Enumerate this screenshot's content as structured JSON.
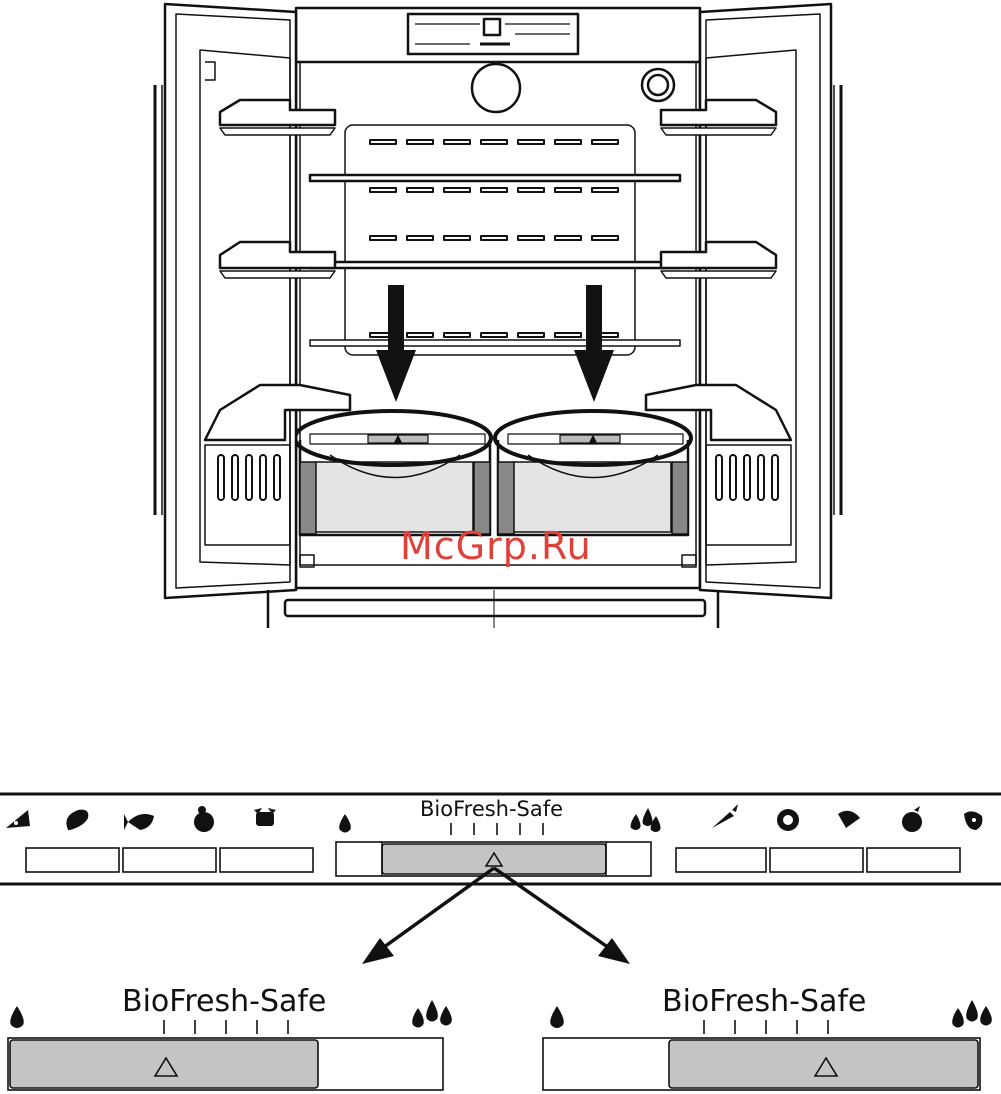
{
  "watermark": "McGrp.Ru",
  "strip": {
    "label": "BioFresh-Safe",
    "indicator": "△",
    "left_icons": [
      "cheese-icon",
      "meat-leg-icon",
      "fish-icon",
      "poultry-icon",
      "cow-icon"
    ],
    "right_icons": [
      "carrot-icon",
      "lettuce-icon",
      "broccoli-icon",
      "fruit-icon",
      "berry-icon"
    ],
    "low_humidity_icon": "single-drop-icon",
    "high_humidity_icon": "triple-drop-icon",
    "scale_ticks": 5
  },
  "detail_left": {
    "label": "BioFresh-Safe",
    "indicator": "△",
    "setting": "dry",
    "slider_position": 0
  },
  "detail_right": {
    "label": "BioFresh-Safe",
    "indicator": "△",
    "setting": "humid",
    "slider_position": 1
  },
  "colors": {
    "line": "#111111",
    "slider_fill": "#c4c4c4",
    "drawer_fill": "#e4e4e4",
    "watermark": "#e0403a"
  }
}
